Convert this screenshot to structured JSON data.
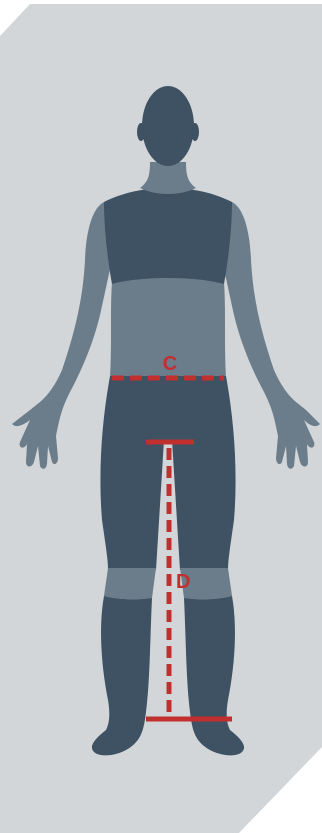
{
  "colors": {
    "panel": "#d3d6d8",
    "skin_dark": "#3e5263",
    "skin_light": "#6b7d8b",
    "measure": "#c22f2f"
  },
  "measurements": {
    "waist": {
      "label": "C",
      "style": "dashed-horizontal"
    },
    "inseam": {
      "label": "D",
      "style": "dashed-vertical-with-end-caps"
    }
  }
}
